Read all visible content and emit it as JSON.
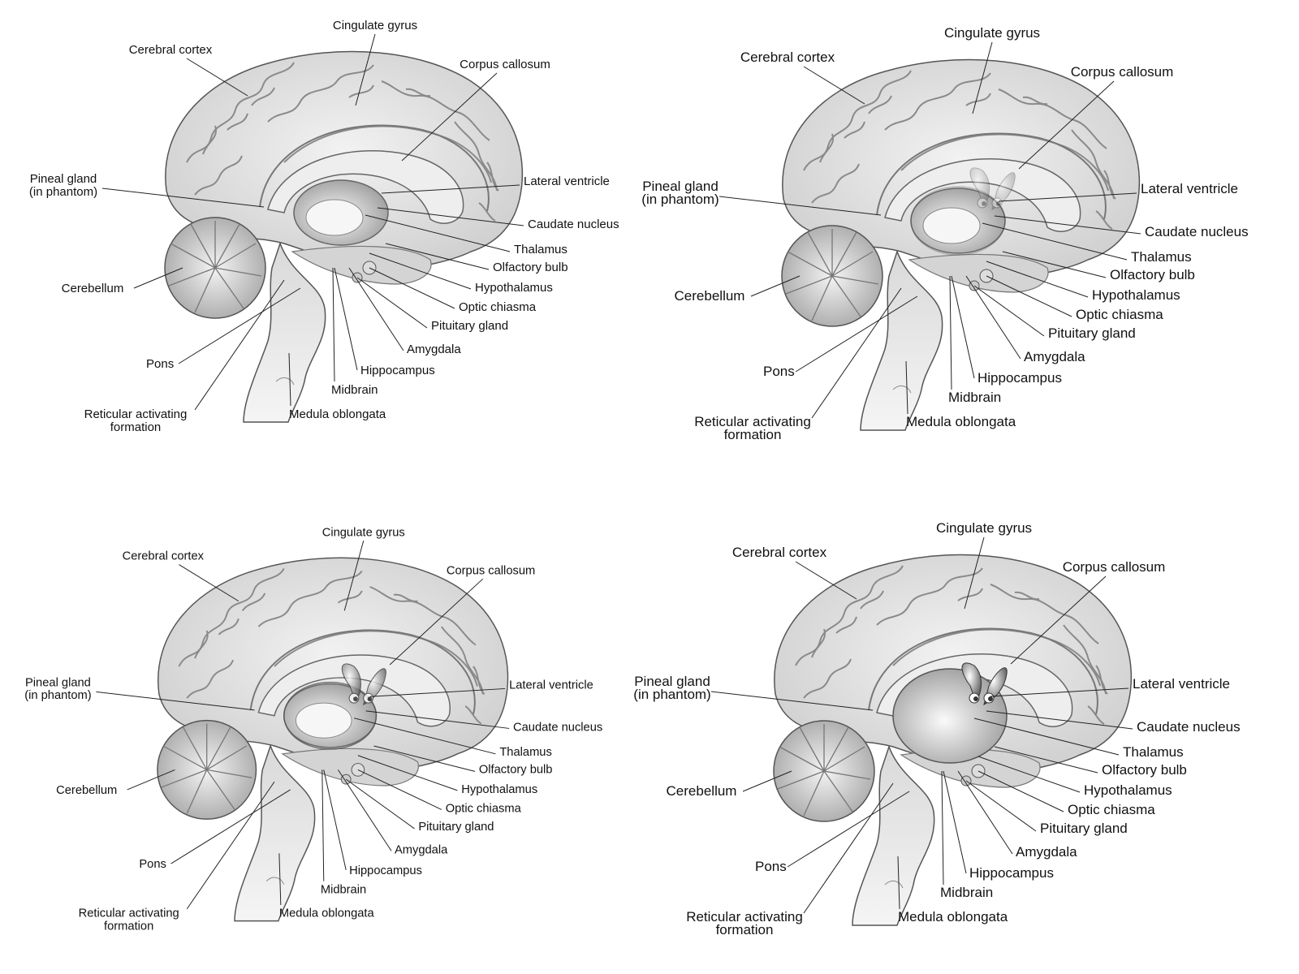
{
  "panels": [
    {
      "labels": {
        "cerebral_cortex": "Cerebral cortex",
        "cingulate_gyrus": "Cingulate gyrus",
        "corpus_callosum": "Corpus callosum",
        "pineal_gland": [
          "Pineal gland",
          "(in phantom)"
        ],
        "lateral_ventricle": "Lateral ventricle",
        "caudate_nucleus": "Caudate nucleus",
        "thalamus": "Thalamus",
        "olfactory_bulb": "Olfactory bulb",
        "hypothalamus": "Hypothalamus",
        "optic_chiasma": "Optic chiasma",
        "pituitary_gland": "Pituitary gland",
        "cerebellum": "Cerebellum",
        "amygdala": "Amygdala",
        "hippocampus": "Hippocampus",
        "midbrain": "Midbrain",
        "pons": "Pons",
        "reticular_formation": [
          "Reticular activating",
          "formation"
        ],
        "medula_oblongata": "Medula oblongata"
      }
    },
    {
      "labels": {
        "cerebral_cortex": "Cerebral cortex",
        "cingulate_gyrus": "Cingulate gyrus",
        "corpus_callosum": "Corpus callosum",
        "pineal_gland": [
          "Pineal gland",
          "(in phantom)"
        ],
        "lateral_ventricle": "Lateral ventricle",
        "caudate_nucleus": "Caudate nucleus",
        "thalamus": "Thalamus",
        "olfactory_bulb": "Olfactory bulb",
        "hypothalamus": "Hypothalamus",
        "optic_chiasma": "Optic chiasma",
        "pituitary_gland": "Pituitary gland",
        "cerebellum": "Cerebellum",
        "amygdala": "Amygdala",
        "hippocampus": "Hippocampus",
        "midbrain": "Midbrain",
        "pons": "Pons",
        "reticular_formation": [
          "Reticular activating",
          "formation"
        ],
        "medula_oblongata": "Medula oblongata"
      }
    },
    {
      "labels": {
        "cerebral_cortex": "Cerebral cortex",
        "cingulate_gyrus": "Cingulate gyrus",
        "corpus_callosum": "Corpus callosum",
        "pineal_gland": [
          "Pineal gland",
          "(in phantom)"
        ],
        "lateral_ventricle": "Lateral ventricle",
        "caudate_nucleus": "Caudate nucleus",
        "thalamus": "Thalamus",
        "olfactory_bulb": "Olfactory bulb",
        "hypothalamus": "Hypothalamus",
        "optic_chiasma": "Optic chiasma",
        "pituitary_gland": "Pituitary gland",
        "cerebellum": "Cerebellum",
        "amygdala": "Amygdala",
        "hippocampus": "Hippocampus",
        "midbrain": "Midbrain",
        "pons": "Pons",
        "reticular_formation": [
          "Reticular activating",
          "formation"
        ],
        "medula_oblongata": "Medula oblongata"
      }
    },
    {
      "labels": {
        "cerebral_cortex": "Cerebral cortex",
        "cingulate_gyrus": "Cingulate gyrus",
        "corpus_callosum": "Corpus callosum",
        "pineal_gland": [
          "Pineal gland",
          "(in phantom)"
        ],
        "lateral_ventricle": "Lateral ventricle",
        "caudate_nucleus": "Caudate nucleus",
        "thalamus": "Thalamus",
        "olfactory_bulb": "Olfactory bulb",
        "hypothalamus": "Hypothalamus",
        "optic_chiasma": "Optic chiasma",
        "pituitary_gland": "Pituitary gland",
        "cerebellum": "Cerebellum",
        "amygdala": "Amygdala",
        "hippocampus": "Hippocampus",
        "midbrain": "Midbrain",
        "pons": "Pons",
        "reticular_formation": [
          "Reticular activating",
          "formation"
        ],
        "medula_oblongata": "Medula oblongata"
      }
    }
  ],
  "colors": {
    "ink": "#222222",
    "brain_fill": "#e6e6e6",
    "brain_shade": "#c9c9c9",
    "gyri": "#9a9a9a",
    "highlight_fill": "#d8d8d8",
    "eye_dark": "#333333"
  }
}
